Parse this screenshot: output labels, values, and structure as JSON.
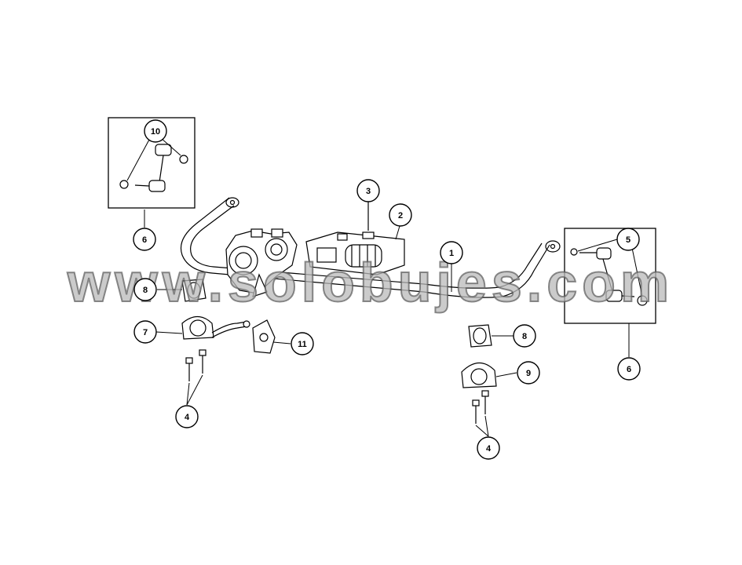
{
  "diagram": {
    "watermark": "www.solobujes.com",
    "callouts": [
      {
        "id": "c10",
        "label": "10"
      },
      {
        "id": "c6a",
        "label": "6"
      },
      {
        "id": "c3",
        "label": "3"
      },
      {
        "id": "c2",
        "label": "2"
      },
      {
        "id": "c1",
        "label": "1"
      },
      {
        "id": "c5",
        "label": "5"
      },
      {
        "id": "c6b",
        "label": "6"
      },
      {
        "id": "c8a",
        "label": "8"
      },
      {
        "id": "c7",
        "label": "7"
      },
      {
        "id": "c11",
        "label": "11"
      },
      {
        "id": "c4a",
        "label": "4"
      },
      {
        "id": "c8b",
        "label": "8"
      },
      {
        "id": "c9",
        "label": "9"
      },
      {
        "id": "c4b",
        "label": "4"
      }
    ]
  }
}
